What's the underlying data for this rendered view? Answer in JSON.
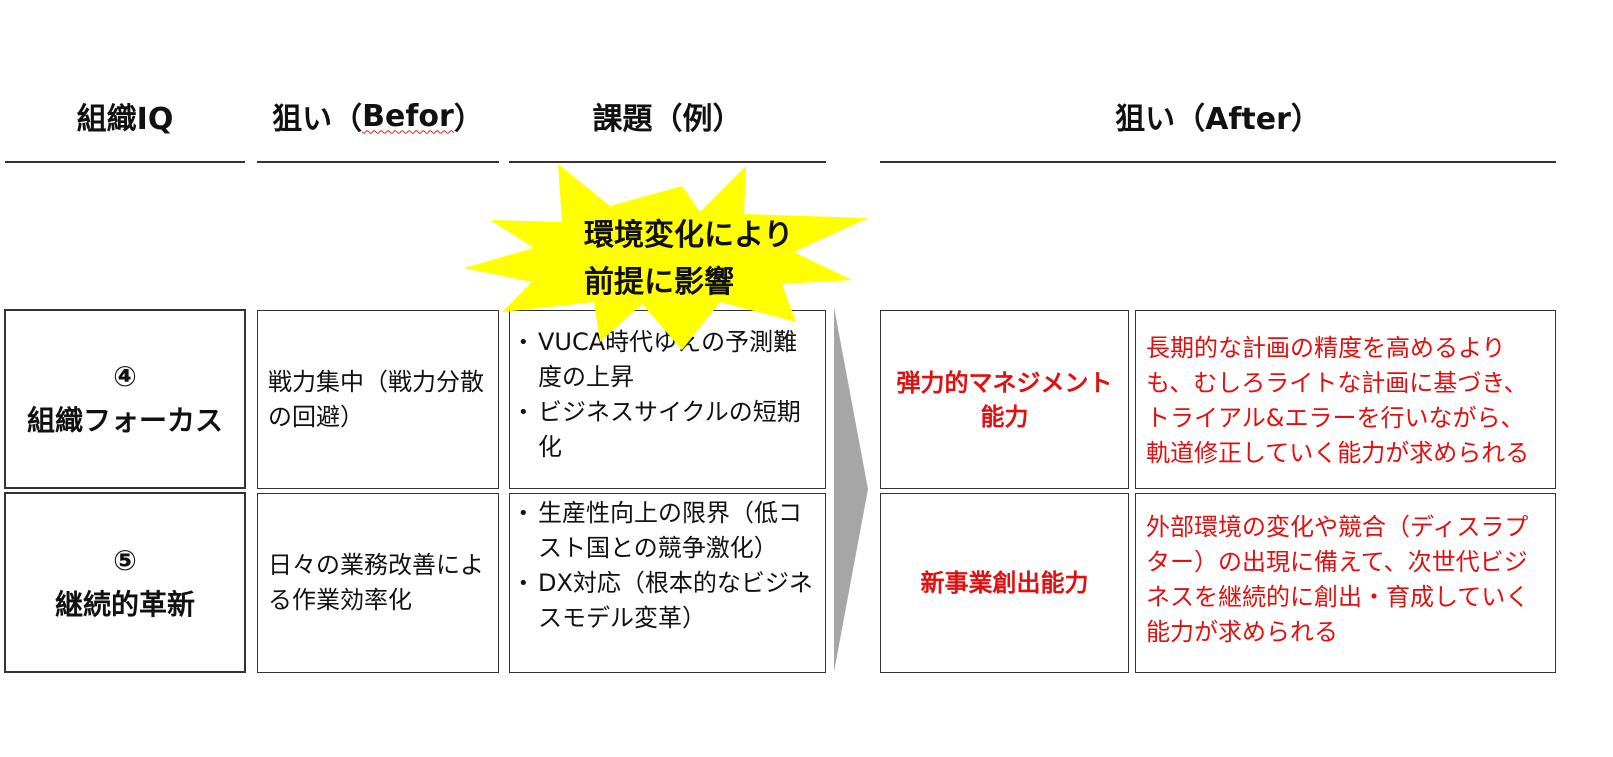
{
  "headers": {
    "col1": "組織IQ",
    "col2_prefix": "狙い（",
    "col2_word": "Befor",
    "col2_suffix": "）",
    "col3": "課題（例）",
    "col4": "狙い（After）"
  },
  "burst": {
    "line1": "環境変化により",
    "line2": "前提に影響",
    "fill_color": "#ffff00"
  },
  "colors": {
    "accent_red": "#e01010",
    "arrow_gray": "#a6a6a6",
    "burst_yellow": "#ffff00"
  },
  "rows": [
    {
      "iq_number": "④",
      "iq_name": "組織フォーカス",
      "before": "戦力集中（戦力分散の回避）",
      "issues": [
        "VUCA時代ゆえの予測難度の上昇",
        "ビジネスサイクルの短期化"
      ],
      "ability": "弾力的マネジメント能力",
      "description": "長期的な計画の精度を高めるよりも、むしろライトな計画に基づき、トライアル&エラーを行いながら、軌道修正していく能力が求められる"
    },
    {
      "iq_number": "⑤",
      "iq_name": "継続的革新",
      "before": "日々の業務改善による作業効率化",
      "issues": [
        "生産性向上の限界（低コスト国との競争激化）",
        "DX対応（根本的なビジネスモデル変革）"
      ],
      "ability": "新事業創出能力",
      "description": "外部環境の変化や競合（ディスラプター）の出現に備えて、次世代ビジネスを継続的に創出・育成していく能力が求められる"
    }
  ]
}
